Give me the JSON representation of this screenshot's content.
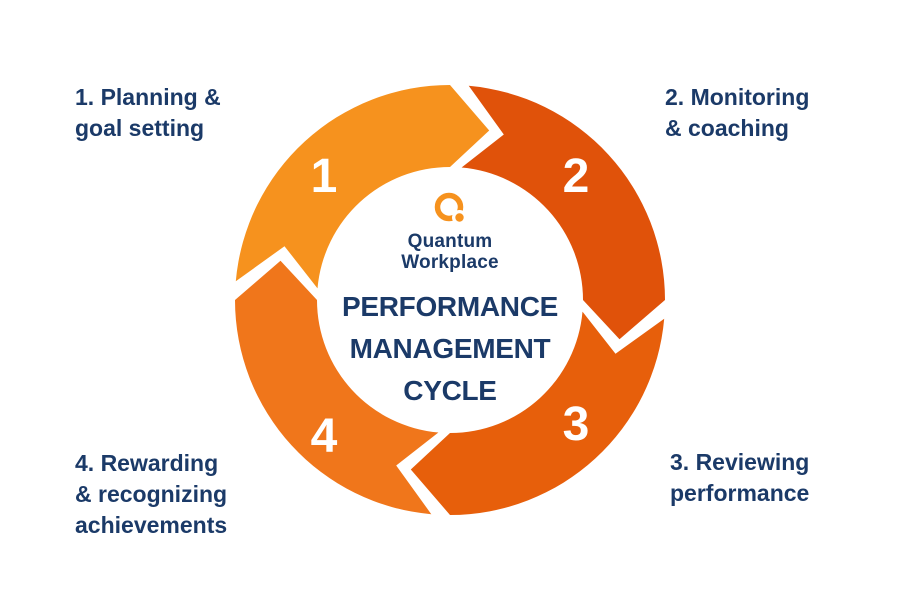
{
  "brand": {
    "line1": "Quantum",
    "line2": "Workplace"
  },
  "title": {
    "line1": "PERFORMANCE",
    "line2": "MANAGEMENT",
    "line3": "CYCLE"
  },
  "colors": {
    "navy": "#1B3A68",
    "orange_light": "#F6921E",
    "orange_dark": "#E0520A",
    "background": "#FFFFFF",
    "number_text": "#FFFFFF"
  },
  "cycle": {
    "flow": "clockwise",
    "steps": [
      {
        "number": "1",
        "position": "top-left",
        "color": "#F6921E",
        "label": "1. Planning & goal setting",
        "label_lines": [
          "1. Planning &",
          "goal setting"
        ]
      },
      {
        "number": "2",
        "position": "top-right",
        "color": "#E0520A",
        "label": "2. Monitoring & coaching",
        "label_lines": [
          "2. Monitoring",
          "& coaching"
        ]
      },
      {
        "number": "3",
        "position": "bottom-right",
        "color": "#E75F0B",
        "label": "3. Reviewing performance",
        "label_lines": [
          "3. Reviewing",
          "performance"
        ]
      },
      {
        "number": "4",
        "position": "bottom-left",
        "color": "#F0761B",
        "label": "4. Rewarding & recognizing achievements",
        "label_lines": [
          "4. Rewarding",
          "& recognizing",
          "achievements"
        ]
      }
    ]
  }
}
